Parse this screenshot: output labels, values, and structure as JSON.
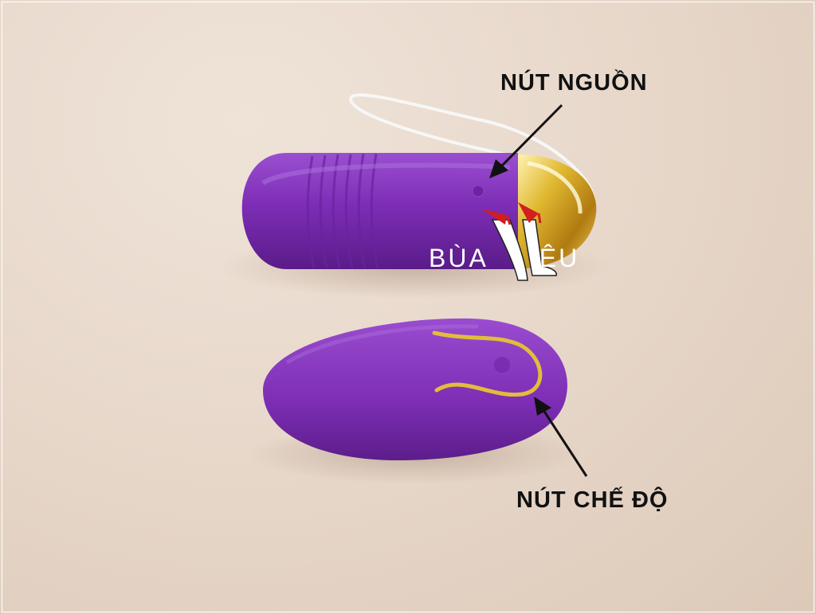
{
  "labels": {
    "power_button": "NÚT NGUỒN",
    "mode_button": "NÚT CHẾ ĐỘ"
  },
  "watermark": {
    "left": "BÙA",
    "right": "ÊU"
  },
  "colors": {
    "background": "#e6d6c8",
    "device": "#7a2fb0",
    "gold": "#d4a017",
    "label_text": "#111111"
  },
  "objects": [
    "purple-egg-vibrator",
    "purple-remote-control",
    "white-cord",
    "gold-cap",
    "gold-antenna",
    "high-heels-logo"
  ]
}
